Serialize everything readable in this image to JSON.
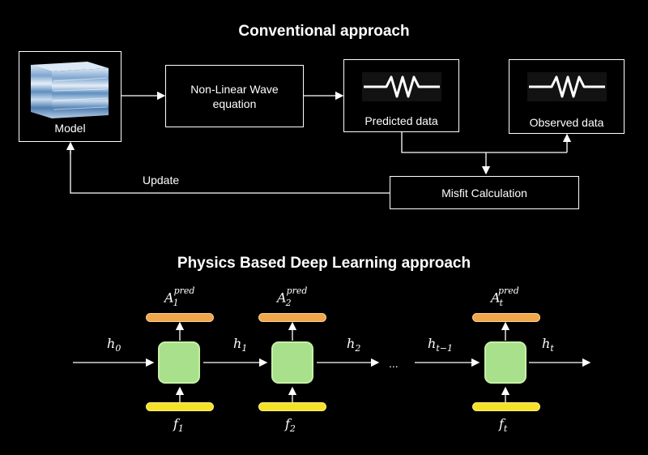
{
  "top": {
    "title": "Conventional approach",
    "model_label": "Model",
    "wave_eq_label": "Non-Linear Wave equation",
    "predicted_label": "Predicted data",
    "observed_label": "Observed data",
    "misfit_label": "Misfit Calculation",
    "update_label": "Update"
  },
  "bottom": {
    "title": "Physics Based Deep Learning approach",
    "ellipsis": "...",
    "cells": [
      {
        "output": "A",
        "output_sub": "1",
        "output_sup": "pred",
        "input": "f",
        "input_sub": "1"
      },
      {
        "output": "A",
        "output_sub": "2",
        "output_sup": "pred",
        "input": "f",
        "input_sub": "2"
      },
      {
        "output": "A",
        "output_sub": "t",
        "output_sup": "pred",
        "input": "f",
        "input_sub": "t"
      }
    ],
    "hidden": [
      {
        "sym": "h",
        "sub": "0"
      },
      {
        "sym": "h",
        "sub": "1"
      },
      {
        "sym": "h",
        "sub": "2"
      },
      {
        "sym": "h",
        "sub": "t−1"
      },
      {
        "sym": "h",
        "sub": "t"
      }
    ]
  }
}
